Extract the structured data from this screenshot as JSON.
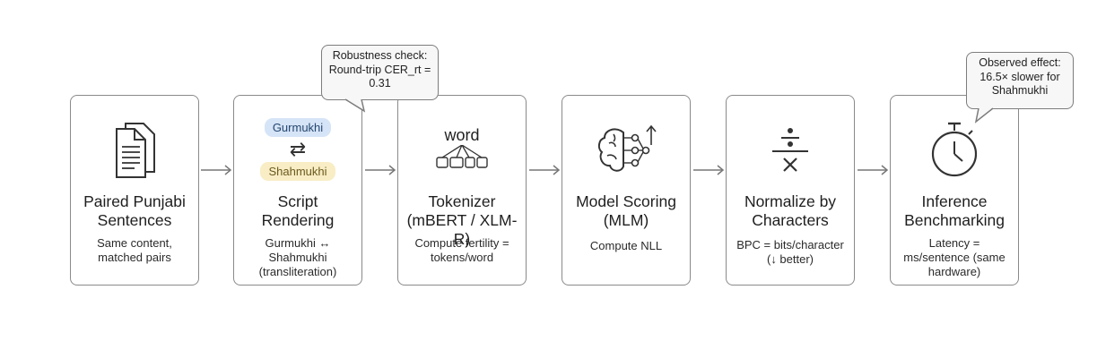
{
  "steps": [
    {
      "title": "Paired Punjabi Sentences",
      "sub": "Same content, matched pairs",
      "icon": "document-stack-icon"
    },
    {
      "title": "Script Rendering",
      "sub": "Gurmukhi ↔ Shahmukhi (transliteration)",
      "icon": "script-swap-icon",
      "pill_top": "Gurmukhi",
      "pill_bottom": "Shahmukhi",
      "swap_glyph": "⇄"
    },
    {
      "title": "Tokenizer (mBERT / XLM-R)",
      "sub": "Compute fertility = tokens/word",
      "icon": "tokenizer-icon",
      "word": "word"
    },
    {
      "title": "Model Scoring (MLM)",
      "sub": "Compute NLL",
      "icon": "brain-network-icon"
    },
    {
      "title": "Normalize by Characters",
      "sub": "BPC = bits/character (↓ better)",
      "icon": "division-icon"
    },
    {
      "title": "Inference Benchmarking",
      "sub": "Latency = ms/sentence (same hardware)",
      "icon": "stopwatch-icon"
    }
  ],
  "callouts": {
    "robustness": "Robustness check: Round-trip CER_rt = 0.31",
    "effect": "Observed effect: 16.5× slower for Shahmukhi"
  },
  "colors": {
    "gurmukhi_pill": "#d6e4f7",
    "shahmukhi_pill": "#f8edc4",
    "border": "#8a8a8a"
  }
}
